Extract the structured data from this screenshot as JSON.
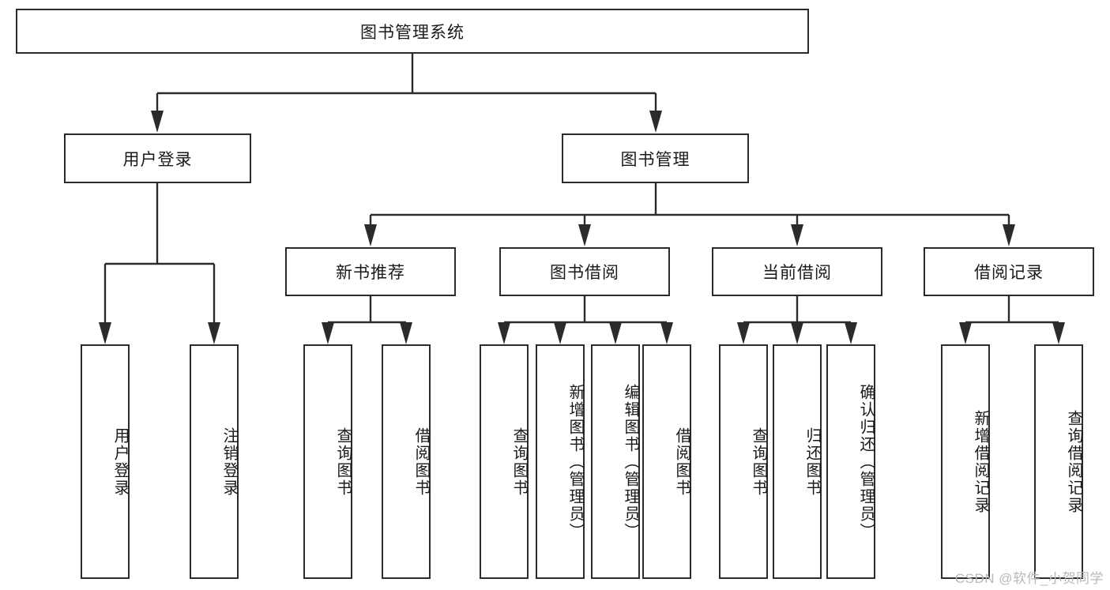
{
  "diagram": {
    "title": "图书管理系统",
    "type": "tree-hierarchy",
    "root": {
      "label": "图书管理系统"
    },
    "level1": [
      {
        "label": "用户登录"
      },
      {
        "label": "图书管理"
      }
    ],
    "level2": [
      {
        "label": "新书推荐"
      },
      {
        "label": "图书借阅"
      },
      {
        "label": "当前借阅"
      },
      {
        "label": "借阅记录"
      }
    ],
    "leaves": {
      "user_login": [
        {
          "label": "用户登录"
        },
        {
          "label": "注销登录"
        }
      ],
      "new_book_recommend": [
        {
          "label": "查询图书"
        },
        {
          "label": "借阅图书"
        }
      ],
      "book_borrow": [
        {
          "label": "查询图书"
        },
        {
          "label": "新增图书（管理员）"
        },
        {
          "label": "编辑图书（管理员）"
        },
        {
          "label": "借阅图书"
        }
      ],
      "current_borrow": [
        {
          "label": "查询图书"
        },
        {
          "label": "归还图书"
        },
        {
          "label": "确认归还（管理员）"
        }
      ],
      "borrow_record": [
        {
          "label": "新增借阅记录"
        },
        {
          "label": "查询借阅记录"
        }
      ]
    }
  },
  "watermark": {
    "text": "CSDN @软件_小贺同学"
  },
  "colors": {
    "stroke": "#2b2b2b",
    "text": "#1a1a1a",
    "background": "#ffffff",
    "watermark": "#b9b9b9"
  }
}
